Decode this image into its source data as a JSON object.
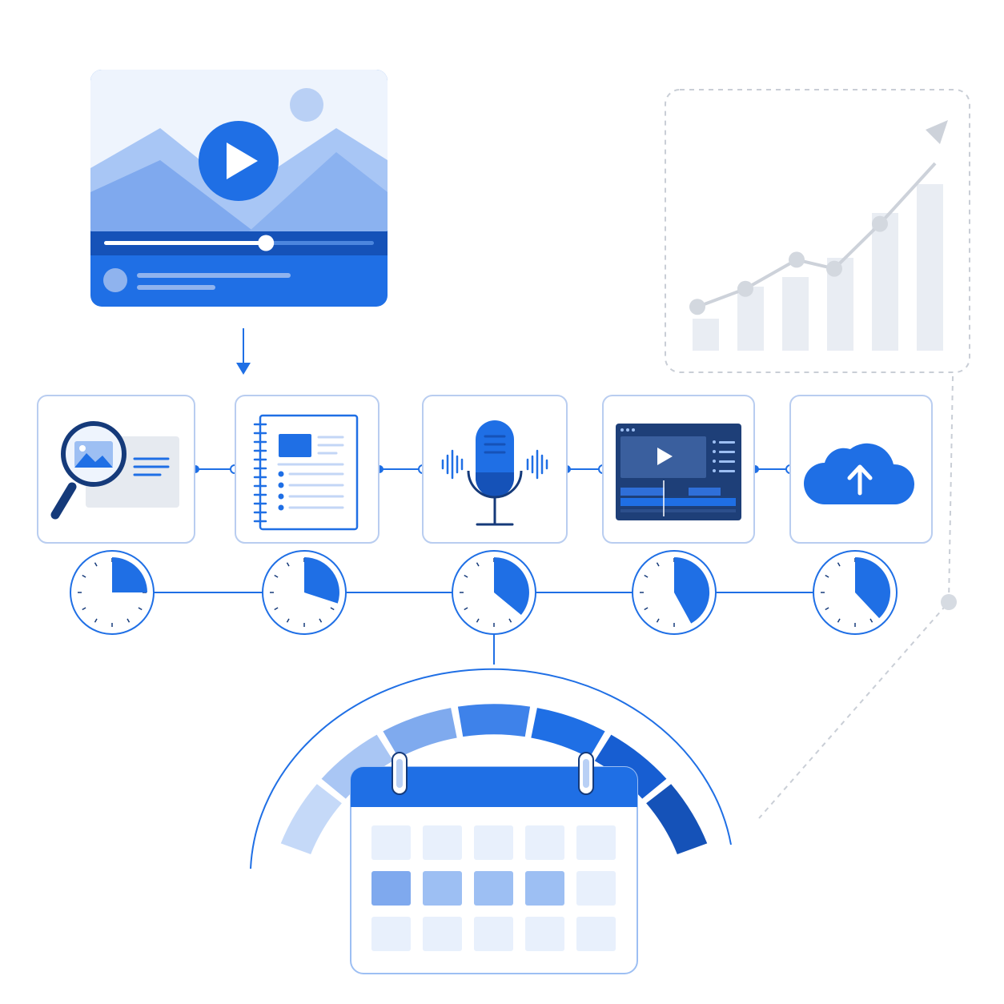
{
  "colors": {
    "primary": "#1f6fe5",
    "primary_dark": "#1552b8",
    "primary_light": "#9dbff3",
    "pale": "#e8f0fc",
    "gray_line": "#c9ced6",
    "gray_fill": "#e9edf3",
    "card_border": "#b9cdf0"
  },
  "video_player": {
    "icon": "play-icon",
    "progress": 0.6
  },
  "workflow": {
    "steps": [
      {
        "id": "research",
        "icon": "magnifier-image-icon"
      },
      {
        "id": "script",
        "icon": "notebook-icon"
      },
      {
        "id": "voiceover",
        "icon": "microphone-icon"
      },
      {
        "id": "editing",
        "icon": "video-editor-icon"
      },
      {
        "id": "upload",
        "icon": "cloud-upload-icon"
      }
    ],
    "timer_fractions": [
      0.25,
      0.3,
      0.36,
      0.42,
      0.38
    ]
  },
  "growth_chart": {
    "bars": [
      1,
      2,
      2.3,
      2.9,
      4.3,
      5.2
    ],
    "trend": [
      2.1,
      2.9,
      4.2,
      3.8,
      5.8,
      8.5
    ]
  },
  "schedule": {
    "icon": "calendar-icon",
    "arc_segments": 7,
    "grid_rows": 3,
    "grid_cols": 5,
    "highlighted_row": 1,
    "highlighted_cols": 4
  }
}
